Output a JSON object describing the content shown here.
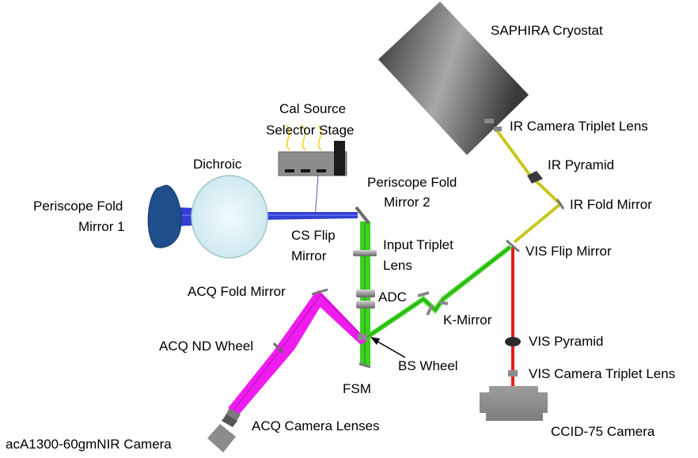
{
  "labels": {
    "saphira_cryostat": "SAPHIRA Cryostat",
    "ir_camera_triplet_lens": "IR Camera Triplet Lens",
    "ir_pyramid": "IR Pyramid",
    "ir_fold_mirror": "IR Fold Mirror",
    "vis_flip_mirror": "VIS Flip Mirror",
    "cal_source_line1": "Cal Source",
    "cal_source_line2": "Selector Stage",
    "dichroic": "Dichroic",
    "periscope_fold_mirror_2_line1": "Periscope Fold",
    "periscope_fold_mirror_2_line2": "Mirror 2",
    "periscope_fold_mirror_1_line1": "Periscope Fold",
    "periscope_fold_mirror_1_line2": "Mirror 1",
    "cs_flip_mirror_line1": "CS Flip",
    "cs_flip_mirror_line2": "Mirror",
    "input_triplet_lens_line1": "Input Triplet",
    "input_triplet_lens_line2": "Lens",
    "acq_fold_mirror": "ACQ Fold Mirror",
    "adc": "ADC",
    "k_mirror": "K-Mirror",
    "acq_nd_wheel": "ACQ ND Wheel",
    "vis_pyramid": "VIS Pyramid",
    "bs_wheel": "BS Wheel",
    "vis_camera_triplet_lens": "VIS Camera Triplet Lens",
    "fsm": "FSM",
    "acq_camera_lenses": "ACQ Camera Lenses",
    "ccid_75_camera": "CCID-75 Camera",
    "nir_camera": "acA1300-60gmNIR Camera"
  },
  "colors": {
    "ir_beam": "#c8c81e",
    "vis_beam": "#e81c1c",
    "green_beam": "#3cd21e",
    "acq_beam": "#ee1cee",
    "blue_beam": "#1c2ad0",
    "periscope_mirror": "#1e4f8c",
    "dichroic": "#d2ecf2",
    "component_gray": "#8c8c8c",
    "cryostat_dark": "#3a3a3a",
    "cryostat_light": "#9a9a9a",
    "lamp_wire": "#f0d21e"
  }
}
